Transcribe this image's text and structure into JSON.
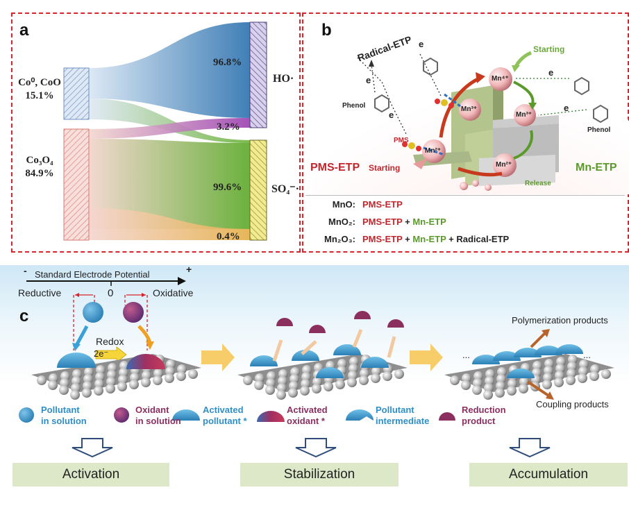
{
  "panel_a": {
    "letter": "a",
    "left_labels": [
      {
        "name": "Co⁰, CoO",
        "pct": "15.1%"
      },
      {
        "name": "Co₃O₄",
        "pct": "84.9%"
      }
    ],
    "right_labels": [
      "HO·",
      "SO₄⁻·"
    ],
    "flow_labels": [
      "96.8%",
      "3.2%",
      "99.6%",
      "0.4%"
    ]
  },
  "panel_b": {
    "letter": "b",
    "labels": {
      "radical_etp": "Radical-ETP",
      "pms_etp": "PMS-ETP",
      "mn_etp": "Mn-ETP",
      "starting_top": "Starting",
      "starting_bottom": "Starting",
      "release": "Release",
      "phenol_left": "Phenol",
      "phenol_right": "Phenol",
      "pms": "PMS",
      "e": "e"
    },
    "mn_ions": [
      "Mn⁴⁺",
      "Mn³⁺",
      "Mn³⁺",
      "Mn²⁺",
      "Mn²⁺"
    ],
    "table": [
      {
        "oxide": "MnO:",
        "parts": [
          {
            "t": "PMS-ETP",
            "c": "red"
          }
        ]
      },
      {
        "oxide": "MnO₂:",
        "parts": [
          {
            "t": "PMS-ETP",
            "c": "red"
          },
          {
            "t": " + ",
            "c": "dark"
          },
          {
            "t": "Mn-ETP",
            "c": "green"
          }
        ]
      },
      {
        "oxide": "Mn₂O₃:",
        "parts": [
          {
            "t": "PMS-ETP",
            "c": "red"
          },
          {
            "t": " + ",
            "c": "dark"
          },
          {
            "t": "Mn-ETP",
            "c": "green"
          },
          {
            "t": " + Radical-ETP",
            "c": "dark"
          }
        ]
      }
    ]
  },
  "panel_c": {
    "letter": "c",
    "axis_title": "Standard Electrode Potential",
    "minus": "-",
    "plus": "+",
    "zero": "0",
    "reductive": "Reductive",
    "oxidative": "Oxidative",
    "redox": "Redox",
    "two_e": "2e⁻",
    "polymerization": "Polymerization products",
    "coupling": "Coupling products",
    "ellipsis_left": "...",
    "ellipsis_right": "...",
    "legend": [
      {
        "line1": "Pollutant",
        "line2": "in solution",
        "color": "#2f8fc4"
      },
      {
        "line1": "Oxidant",
        "line2": "in solution",
        "color": "#8a2f60"
      },
      {
        "line1": "Activated",
        "line2": "pollutant *",
        "color": "#2f8fc4"
      },
      {
        "line1": "Activated",
        "line2": "oxidant *",
        "color": "#8a2f60"
      },
      {
        "line1": "Pollutant",
        "line2": "intermediate",
        "color": "#2f8fc4"
      },
      {
        "line1": "Reduction",
        "line2": "product",
        "color": "#8a2f60"
      }
    ],
    "stages": [
      "Activation",
      "Stabilization",
      "Accumulation"
    ]
  },
  "colors": {
    "dash_red": "#d8232a",
    "pollutant_blue": "#2f8fc4",
    "oxidant_purple": "#8a2f60",
    "stage_box": "#dde8c8",
    "arrow_yellow": "#f7cd6a"
  }
}
